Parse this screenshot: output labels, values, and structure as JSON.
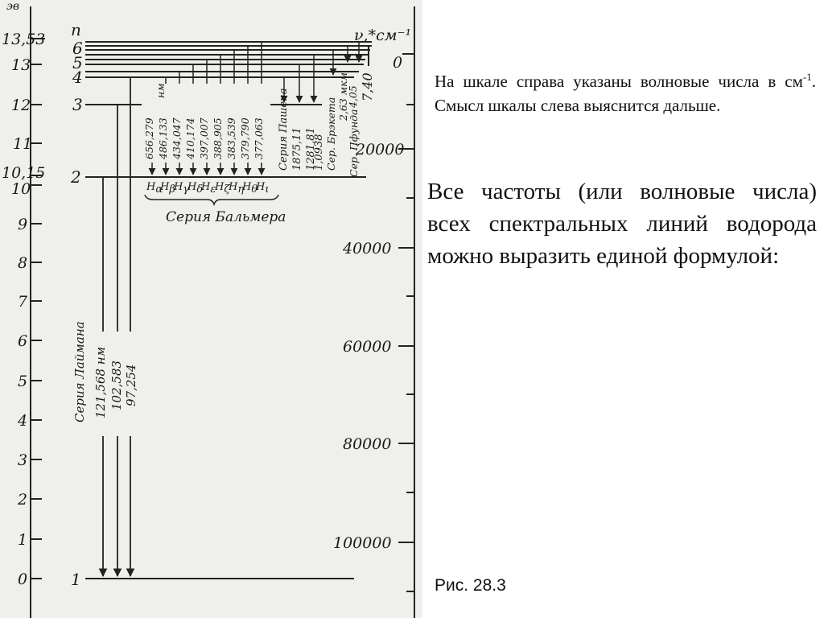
{
  "figure": {
    "left_axis": {
      "partial_label": "эв",
      "ticks": [
        {
          "label": "13,53",
          "value": 13.53
        },
        {
          "label": "13",
          "value": 13
        },
        {
          "label": "12",
          "value": 12
        },
        {
          "label": "11",
          "value": 11
        },
        {
          "label": "10,15",
          "value": 10.15
        },
        {
          "label": "10",
          "value": 10
        },
        {
          "label": "9",
          "value": 9
        },
        {
          "label": "8",
          "value": 8
        },
        {
          "label": "7",
          "value": 7
        },
        {
          "label": "6",
          "value": 6
        },
        {
          "label": "5",
          "value": 5
        },
        {
          "label": "4",
          "value": 4
        },
        {
          "label": "3",
          "value": 3
        },
        {
          "label": "2",
          "value": 2
        },
        {
          "label": "1",
          "value": 1
        },
        {
          "label": "0",
          "value": 0
        }
      ]
    },
    "right_axis": {
      "title": "ν,*см⁻¹",
      "ticks": [
        "0",
        "20000",
        "40000",
        "60000",
        "80000",
        "100000"
      ]
    },
    "levels": [
      "n",
      "6",
      "5",
      "4",
      "3",
      "2",
      "1"
    ],
    "lyman": {
      "label": "Серия Лаймана",
      "wavelengths": [
        "121,568 нм",
        "102,583",
        "97,254"
      ]
    },
    "balmer": {
      "label": "Серия Бальмера",
      "wavelengths": [
        "656,279",
        "486,133",
        "434,047",
        "410,174",
        "397,007",
        "388,905",
        "383,539",
        "379,790",
        "377,063"
      ],
      "unit": "нм",
      "symbols": [
        "H",
        "H",
        "H",
        "H",
        "H",
        "H",
        "H",
        "H",
        "H"
      ],
      "subscripts": [
        "α",
        "β",
        "γ",
        "δ",
        "ε",
        "ζ",
        "η",
        "θ",
        "ι"
      ]
    },
    "paschen": {
      "label": "Серия Пашена",
      "wavelengths": [
        "1875,11",
        "1281,81",
        "1,0938"
      ]
    },
    "brackett": {
      "label": "Сер. Брэкета",
      "wavelength": "2,63 мкм"
    },
    "pfund": {
      "label": "Сер. Пфунда",
      "wavelengths": [
        "4,05",
        "7,40"
      ]
    }
  },
  "text": {
    "note_before_sup": "На шкале справа указаны волновые числа в см",
    "note_sup": "-1",
    "note_after_sup": ". Смысл шкалы слева выяснится дальше.",
    "main": "Все частоты (или волновые числа) всех спектральных линий водорода можно выразить единой формулой:",
    "caption": "Рис. 28.3"
  }
}
